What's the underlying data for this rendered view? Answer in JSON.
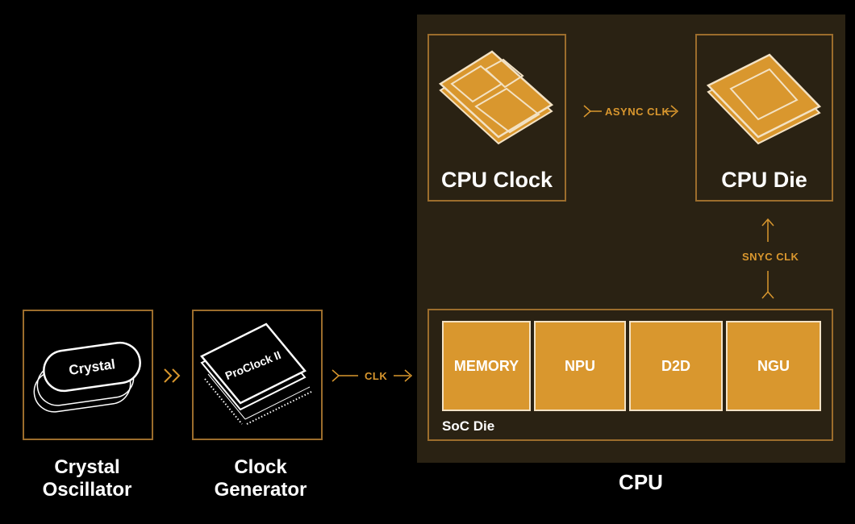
{
  "nodes": {
    "crystal_oscillator": {
      "label_line1": "Crystal",
      "label_line2": "Oscillator",
      "chip_text": "Crystal"
    },
    "clock_generator": {
      "label_line1": "Clock",
      "label_line2": "Generator",
      "chip_text": "ProClock II"
    },
    "cpu": {
      "label": "CPU"
    },
    "cpu_clock": {
      "label": "CPU Clock"
    },
    "cpu_die": {
      "label": "CPU Die"
    },
    "soc_die": {
      "label": "SoC Die",
      "blocks": [
        "MEMORY",
        "NPU",
        "D2D",
        "NGU"
      ]
    }
  },
  "edges": {
    "clk": "CLK",
    "async_clk": "ASYNC CLK",
    "sync_clk": "SNYC CLK"
  },
  "colors": {
    "accent": "#d9972e",
    "border": "#9c6d2c",
    "panel": "#2a2213",
    "background": "#000000"
  }
}
